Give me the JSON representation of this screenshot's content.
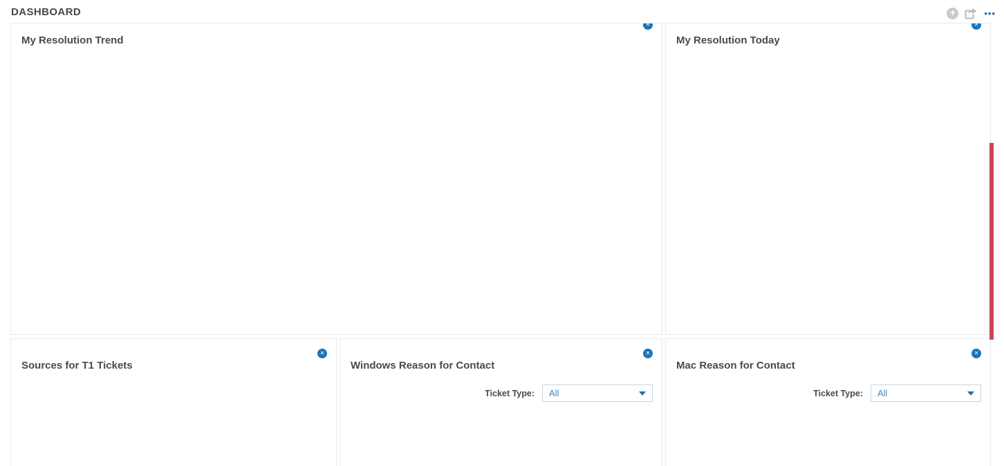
{
  "page": {
    "title": "DASHBOARD"
  },
  "header": {
    "actions": {
      "add": {
        "icon": "plus-circle-icon",
        "glyph": "+"
      },
      "share": {
        "icon": "share-icon"
      },
      "more": {
        "icon": "ellipsis-icon",
        "glyph": "•••"
      }
    }
  },
  "glyphs": {
    "close": "✕"
  },
  "colors": {
    "accent_blue": "#1b75bb",
    "link_blue": "#3c87bb",
    "red_bar": "#c84757",
    "title_gray": "#4a4a4a",
    "icon_gray": "#c9c9c9"
  },
  "panels": [
    {
      "id": "my-resolution-trend",
      "title": "My Resolution Trend"
    },
    {
      "id": "my-resolution-today",
      "title": "My Resolution Today"
    },
    {
      "id": "sources-for-t1-tickets",
      "title": "Sources for T1 Tickets"
    },
    {
      "id": "windows-reason-for-contact",
      "title": "Windows Reason for Contact",
      "filter": {
        "label": "Ticket Type:",
        "value": "All"
      }
    },
    {
      "id": "mac-reason-for-contact",
      "title": "Mac Reason for Contact",
      "filter": {
        "label": "Ticket Type:",
        "value": "All"
      }
    }
  ]
}
